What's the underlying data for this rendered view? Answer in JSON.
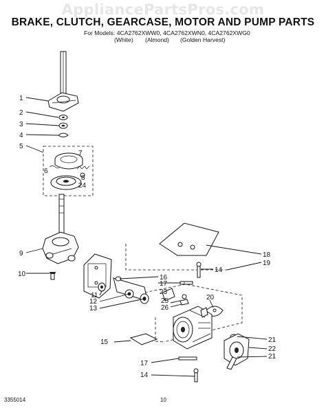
{
  "watermark": "AppliancePartsPros.com",
  "title": "BRAKE, CLUTCH, GEARCASE, MOTOR AND PUMP PARTS",
  "models_line": "For Models: 4CA2762XWW0, 4CA2762XWN0, 4CA2762XWG0",
  "colors": [
    "(White)",
    "(Almond)",
    "(Golden Harvest)"
  ],
  "footer": {
    "doc_number": "3355014",
    "page_number": "10"
  },
  "callouts": [
    "1",
    "2",
    "3",
    "4",
    "5",
    "6",
    "7",
    "8",
    "24",
    "9",
    "10",
    "11",
    "12",
    "13",
    "14",
    "15",
    "16",
    "17",
    "18",
    "19",
    "20",
    "21",
    "22",
    "23",
    "25",
    "26"
  ]
}
